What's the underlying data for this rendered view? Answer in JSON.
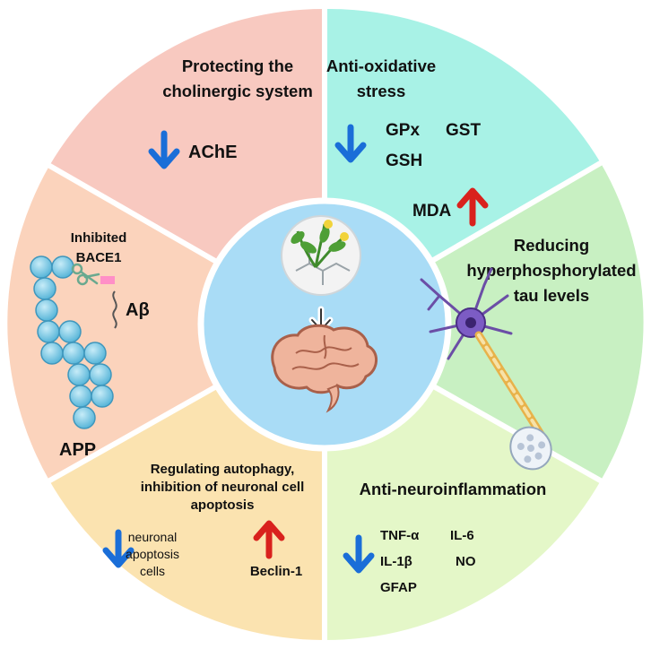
{
  "segments": {
    "cholinergic": {
      "title_lines": [
        "Protecting the",
        "cholinergic system"
      ],
      "markers": [
        {
          "label": "AChE",
          "direction": "down"
        }
      ]
    },
    "oxidative": {
      "title_lines": [
        "Anti-oxidative",
        "stress"
      ],
      "down_markers": [
        "GPx",
        "GST",
        "GSH"
      ],
      "up_markers": [
        "MDA"
      ]
    },
    "tau": {
      "title_lines": [
        "Reducing",
        "hyperphosphorylated",
        "tau levels"
      ]
    },
    "neuroinflammation": {
      "title_lines": [
        "Anti-neuroinflammation"
      ],
      "down_markers": [
        "TNF-α",
        "IL-6",
        "IL-1β",
        "NO",
        "GFAP"
      ]
    },
    "autophagy": {
      "title_lines": [
        "Regulating autophagy,",
        "inhibition of neuronal cell",
        "apoptosis"
      ],
      "down_label_lines": [
        "neuronal",
        "apoptosis",
        "cells"
      ],
      "up_label": "Beclin-1"
    },
    "amyloid": {
      "inhibited_lines": [
        "Inhibited",
        "BACE1"
      ],
      "abeta": "Aβ",
      "app": "APP"
    }
  },
  "colors": {
    "cholinergic": "#f8c9c0",
    "oxidative": "#a8f2e6",
    "tau": "#c8f0c2",
    "neuroinflammation": "#e4f7c8",
    "autophagy": "#fbe3b0",
    "amyloid": "#fbd3bc",
    "center": "#a9dcf6",
    "down_arrow": "#1a6ed8",
    "up_arrow": "#d9211d",
    "app_bead": "#7fc9e6"
  }
}
